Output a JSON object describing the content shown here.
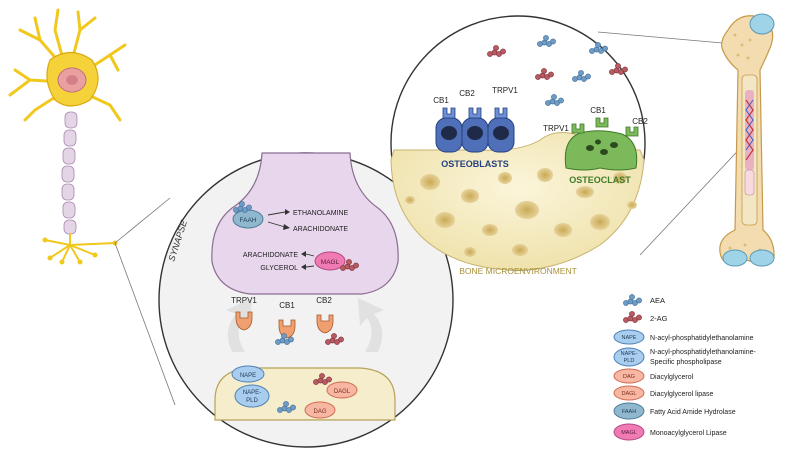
{
  "synapse": {
    "label": "SYNAPSE",
    "presynaptic": {
      "enzyme_faah": "FAAH",
      "product_ethanolamine": "ETHANOLAMINE",
      "product_arachidonate_top": "ARACHIDONATE",
      "product_arachidonate_left": "ARACHIDONATE",
      "product_glycerol": "GLYCEROL",
      "enzyme_magl": "MAGL"
    },
    "receptors": {
      "trpv1": "TRPV1",
      "cb1": "CB1",
      "cb2": "CB2"
    },
    "postsynaptic": {
      "nape": "NAPE",
      "nape_pld_line1": "NAPE-",
      "nape_pld_line2": "PLD",
      "dagl": "DAGL",
      "dag": "DAG"
    }
  },
  "bone": {
    "osteoblast_receptors": {
      "cb1": "CB1",
      "cb2": "CB2",
      "trpv1": "TRPV1"
    },
    "osteoblasts_label": "OSTEOBLASTS",
    "osteoclast_receptors": {
      "trpv1": "TRPV1",
      "cb1": "CB1",
      "cb2": "CB2"
    },
    "osteoclast_label": "OSTEOCLAST",
    "microenvironment_label": "BONE MICROENVIRONMENT"
  },
  "legend": {
    "items": [
      {
        "icon": "aea-molecule-icon",
        "label": "AEA"
      },
      {
        "icon": "2ag-molecule-icon",
        "label": "2-AG"
      },
      {
        "icon": "nape-oval-icon",
        "abbr": "NAPE",
        "label": "N-acyl-phosphatidylethanolamine"
      },
      {
        "icon": "nape-pld-oval-icon",
        "abbr_line1": "NAPE-",
        "abbr_line2": "PLD",
        "label_line1": "N-acyl-phosphatidylethanolamine-",
        "label_line2": "Specific phospholipase"
      },
      {
        "icon": "dag-oval-icon",
        "abbr": "DAG",
        "label": "Diacylglycerol"
      },
      {
        "icon": "dagl-oval-icon",
        "abbr": "DAGL",
        "label": "Diacylglycerol lipase"
      },
      {
        "icon": "faah-oval-icon",
        "abbr": "FAAH",
        "label": "Fatty Acid Amide Hydrolase"
      },
      {
        "icon": "magl-oval-icon",
        "abbr": "MAGL",
        "label": "Monoacylglycerol Lipase"
      }
    ]
  },
  "colors": {
    "aea": "#6f9cc7",
    "two_ag": "#b85a62",
    "nape": "#a9cdee",
    "dag": "#f7b7a3",
    "faah": "#8fb8cf",
    "magl": "#f07ab3",
    "synapse_bulb": "#e8d6ec",
    "bone_matrix": "#f6efcf",
    "osteoblast": "#4f6fb8",
    "osteoclast": "#7bb95a",
    "receptor_orange": "#f0a070"
  }
}
